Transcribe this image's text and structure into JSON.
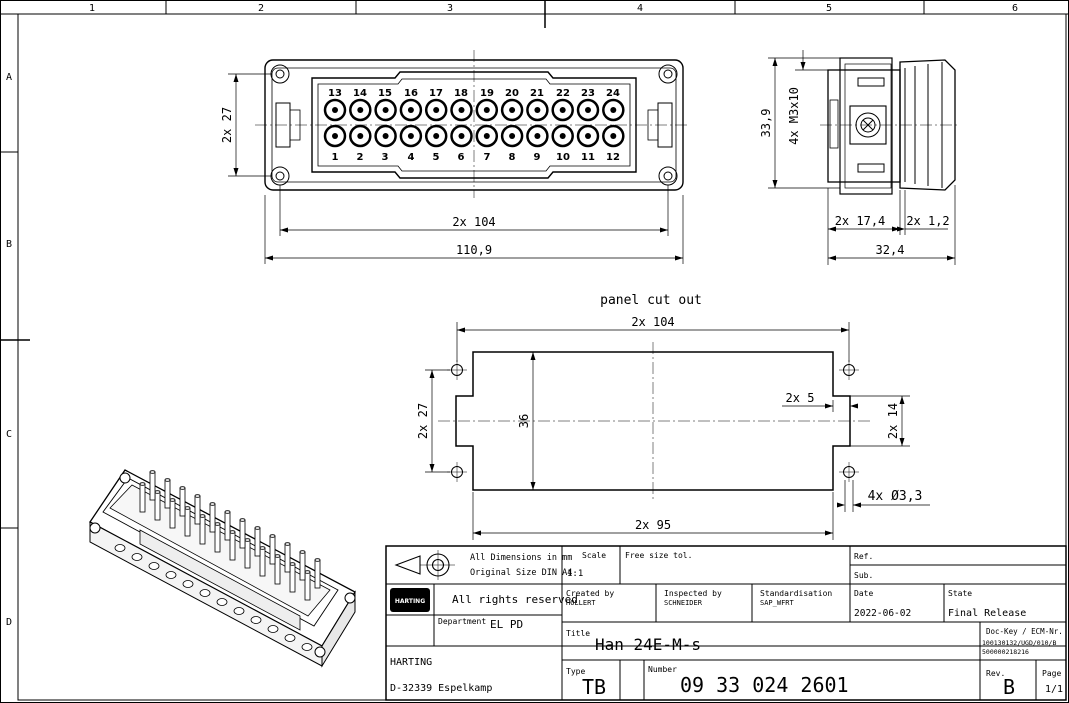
{
  "grid": {
    "columns": [
      "1",
      "2",
      "3",
      "4",
      "5",
      "6"
    ],
    "rows": [
      "A",
      "B",
      "C",
      "D"
    ]
  },
  "front_view": {
    "top_pins": [
      "13",
      "14",
      "15",
      "16",
      "17",
      "18",
      "19",
      "20",
      "21",
      "22",
      "23",
      "24"
    ],
    "bottom_pins": [
      "1",
      "2",
      "3",
      "4",
      "5",
      "6",
      "7",
      "8",
      "9",
      "10",
      "11",
      "12"
    ],
    "dim_height": "2x 27",
    "dim_inner": "2x 104",
    "dim_overall": "110,9"
  },
  "side_view": {
    "dim_height": "33,9",
    "dim_screw": "4x M3x10",
    "dim_depth_a": "2x 17,4",
    "dim_depth_b": "2x 1,2",
    "dim_overall": "32,4"
  },
  "panel_cutout": {
    "title": "panel cut out",
    "dim_hole_spacing": "2x 104",
    "dim_left_height": "2x 27",
    "dim_center_height": "36",
    "dim_notch_width": "2x 5",
    "dim_notch_height": "2x 14",
    "dim_hole_dia": "4x Ø3,3",
    "dim_bottom": "2x 95"
  },
  "title_block": {
    "dims_line1": "All Dimensions in mm",
    "dims_line2": "Original Size DIN A4",
    "scale_label": "Scale",
    "scale_value": "1:1",
    "tol_label": "Free size tol.",
    "ref_label": "Ref.",
    "sub_label": "Sub.",
    "rights": "All rights reserved",
    "department_label": "Department",
    "department_value": "EL PD",
    "created_label": "Created by",
    "created_value": "HOLLERT",
    "inspected_label": "Inspected by",
    "inspected_value": "SCHNEIDER",
    "standard_label": "Standardisation",
    "standard_value": "SAP_WFRT",
    "date_label": "Date",
    "date_value": "2022-06-02",
    "state_label": "State",
    "state_value": "Final Release",
    "title_label": "Title",
    "title_value": "Han 24E-M-s",
    "dockey_label": "Doc-Key / ECM-Nr.",
    "dockey_value1": "100130132/UGD/010/B",
    "dockey_value2": "500000218216",
    "company": "HARTING",
    "address": "D-32339 Espelkamp",
    "type_label": "Type",
    "type_value": "TB",
    "number_label": "Number",
    "number_value": "09 33 024 2601",
    "rev_label": "Rev.",
    "rev_value": "B",
    "page_label": "Page",
    "page_value": "1/1",
    "logo_text": "HARTING"
  }
}
